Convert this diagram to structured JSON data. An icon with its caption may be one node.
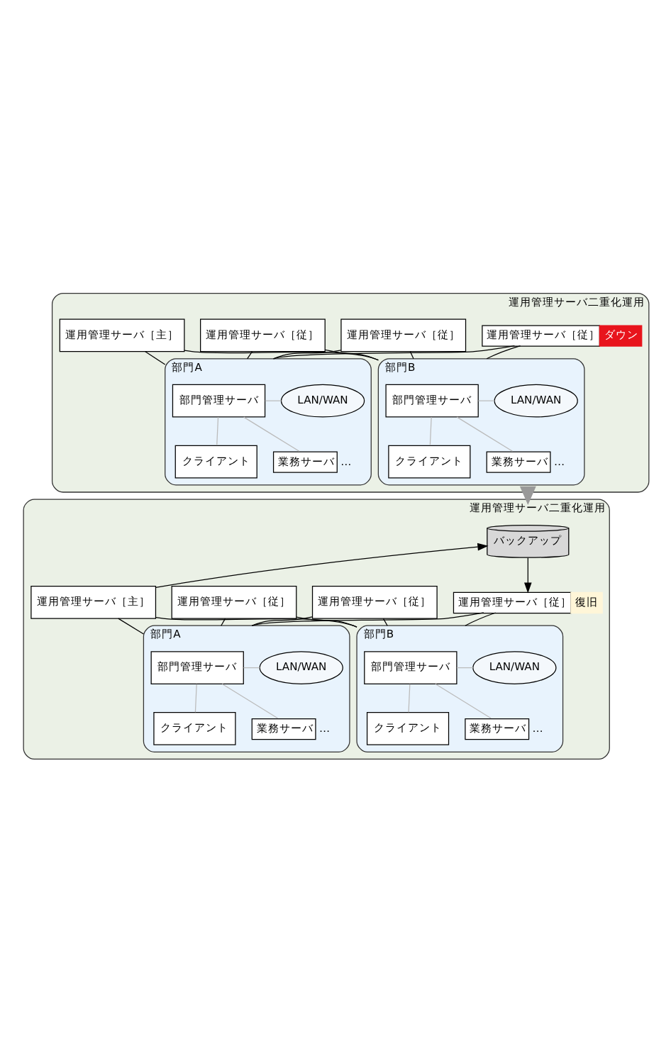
{
  "diagram": {
    "nodes": [
      {
        "text": [
          "運用管理サーバ二重化運用"
        ]
      },
      {
        "text": [
          "運用管理サーバ［主］"
        ],
        "in": 0
      },
      {
        "text": [
          "運用管理サーバ［従］"
        ],
        "in": 0
      },
      {
        "text": [
          "運用管理サーバ［従］"
        ],
        "in": 0
      },
      {
        "text": [
          "運用管理サーバ［従］"
        ],
        "in": 0,
        "beside": [
          "ダウン"
        ]
      },
      {
        "text": [
          "部門A"
        ],
        "in": 0
      },
      {
        "text": [
          "部門管理サーバ"
        ],
        "in": 5
      },
      {
        "text": [
          "LAN/WAN"
        ],
        "in": 5
      },
      {
        "text": [
          "クライアント"
        ],
        "in": 5
      },
      {
        "text": [
          "業務サーバ"
        ],
        "in": 5,
        "beside": [
          "…"
        ]
      },
      {
        "text": [
          "部門B"
        ],
        "in": 0
      },
      {
        "text": [
          "部門管理サーバ"
        ],
        "in": 10
      },
      {
        "text": [
          "LAN/WAN"
        ],
        "in": 10
      },
      {
        "text": [
          "クライアント"
        ],
        "in": 10
      },
      {
        "text": [
          "業務サーバ"
        ],
        "in": 10,
        "beside": [
          "…"
        ]
      },
      {
        "text": [
          "運用管理サーバ二重化運用"
        ]
      },
      {
        "text": [
          "バックアップ"
        ],
        "in": 15
      },
      {
        "text": [
          "運用管理サーバ［主］"
        ],
        "in": 15
      },
      {
        "text": [
          "運用管理サーバ［従］"
        ],
        "in": 15
      },
      {
        "text": [
          "運用管理サーバ［従］"
        ],
        "in": 15
      },
      {
        "text": [
          "運用管理サーバ［従］"
        ],
        "in": 15,
        "beside": [
          "復旧"
        ]
      },
      {
        "text": [
          "部門A"
        ],
        "in": 15
      },
      {
        "text": [
          "部門管理サーバ"
        ],
        "in": 21
      },
      {
        "text": [
          "LAN/WAN"
        ],
        "in": 21
      },
      {
        "text": [
          "クライアント"
        ],
        "in": 21
      },
      {
        "text": [
          "業務サーバ"
        ],
        "in": 21,
        "beside": [
          "…"
        ]
      },
      {
        "text": [
          "部門B"
        ],
        "in": 15
      },
      {
        "text": [
          "部門管理サーバ"
        ],
        "in": 26
      },
      {
        "text": [
          "LAN/WAN"
        ],
        "in": 26
      },
      {
        "text": [
          "クライアント"
        ],
        "in": 26
      },
      {
        "text": [
          "業務サーバ"
        ],
        "in": 26,
        "beside": [
          "…"
        ]
      }
    ],
    "edges": [
      {
        "from": 1,
        "to": 5,
        "arrow": "none"
      },
      {
        "from": 1,
        "to": 10,
        "arrow": "none"
      },
      {
        "from": 2,
        "to": 5,
        "arrow": "none"
      },
      {
        "from": 2,
        "to": 10,
        "arrow": "none"
      },
      {
        "from": 3,
        "to": 5,
        "arrow": "none"
      },
      {
        "from": 3,
        "to": 10,
        "arrow": "none"
      },
      {
        "from": 4,
        "to": 5,
        "arrow": "none"
      },
      {
        "from": 4,
        "to": 10,
        "arrow": "none"
      },
      {
        "from": 6,
        "to": 7,
        "arrow": "none",
        "color": "#bbbbbb"
      },
      {
        "from": 6,
        "to": 8,
        "arrow": "none",
        "color": "#bbbbbb"
      },
      {
        "from": 6,
        "to": 9,
        "arrow": "none",
        "color": "#bbbbbb"
      },
      {
        "from": 11,
        "to": 12,
        "arrow": "none",
        "color": "#bbbbbb"
      },
      {
        "from": 11,
        "to": 13,
        "arrow": "none",
        "color": "#bbbbbb"
      },
      {
        "from": 11,
        "to": 14,
        "arrow": "none",
        "color": "#bbbbbb"
      },
      {
        "from": 0,
        "to": 15,
        "arrow": "to",
        "style": "thick",
        "color": "#999999"
      },
      {
        "from": 17,
        "to": 16,
        "arrow": "to"
      },
      {
        "from": 16,
        "to": 20,
        "arrow": "to"
      },
      {
        "from": 17,
        "to": 21,
        "arrow": "none"
      },
      {
        "from": 17,
        "to": 26,
        "arrow": "none"
      },
      {
        "from": 18,
        "to": 21,
        "arrow": "none"
      },
      {
        "from": 18,
        "to": 26,
        "arrow": "none"
      },
      {
        "from": 19,
        "to": 21,
        "arrow": "none"
      },
      {
        "from": 19,
        "to": 26,
        "arrow": "none"
      },
      {
        "from": 20,
        "to": 21,
        "arrow": "none"
      },
      {
        "from": 20,
        "to": 26,
        "arrow": "none"
      },
      {
        "from": 22,
        "to": 23,
        "arrow": "none",
        "color": "#bbbbbb"
      },
      {
        "from": 22,
        "to": 24,
        "arrow": "none",
        "color": "#bbbbbb"
      },
      {
        "from": 22,
        "to": 25,
        "arrow": "none",
        "color": "#bbbbbb"
      },
      {
        "from": 27,
        "to": 28,
        "arrow": "none",
        "color": "#bbbbbb"
      },
      {
        "from": 27,
        "to": 29,
        "arrow": "none",
        "color": "#bbbbbb"
      },
      {
        "from": 27,
        "to": 30,
        "arrow": "none",
        "color": "#bbbbbb"
      }
    ]
  }
}
